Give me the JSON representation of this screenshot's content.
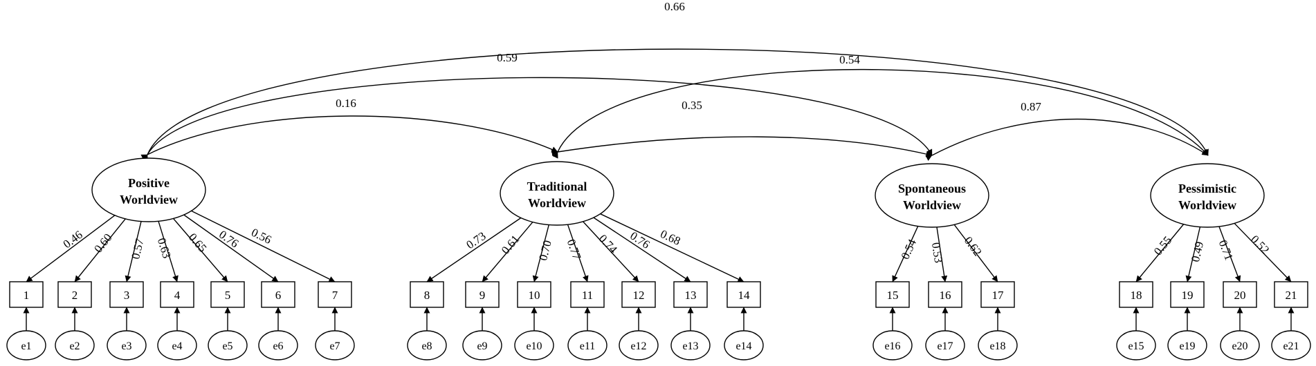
{
  "factors": [
    {
      "id": "positive",
      "line1": "Positive",
      "line2": "Worldview",
      "indicators": [
        {
          "item": "1",
          "error": "e1",
          "loading": "0.46"
        },
        {
          "item": "2",
          "error": "e2",
          "loading": "0.60"
        },
        {
          "item": "3",
          "error": "e3",
          "loading": "0.57"
        },
        {
          "item": "4",
          "error": "e4",
          "loading": "0.63"
        },
        {
          "item": "5",
          "error": "e5",
          "loading": "0.65"
        },
        {
          "item": "6",
          "error": "e6",
          "loading": "0.76"
        },
        {
          "item": "7",
          "error": "e7",
          "loading": "0.56"
        }
      ]
    },
    {
      "id": "traditional",
      "line1": "Traditional",
      "line2": "Worldview",
      "indicators": [
        {
          "item": "8",
          "error": "e8",
          "loading": "0.73"
        },
        {
          "item": "9",
          "error": "e9",
          "loading": "0.61"
        },
        {
          "item": "10",
          "error": "e10",
          "loading": "0.70"
        },
        {
          "item": "11",
          "error": "e11",
          "loading": "0.77"
        },
        {
          "item": "12",
          "error": "e12",
          "loading": "0.74"
        },
        {
          "item": "13",
          "error": "e13",
          "loading": "0.76"
        },
        {
          "item": "14",
          "error": "e14",
          "loading": "0.68"
        }
      ]
    },
    {
      "id": "spontaneous",
      "line1": "Spontaneous",
      "line2": "Worldview",
      "indicators": [
        {
          "item": "15",
          "error": "e16",
          "loading": "0.54"
        },
        {
          "item": "16",
          "error": "e17",
          "loading": "0.53"
        },
        {
          "item": "17",
          "error": "e18",
          "loading": "0.62"
        }
      ]
    },
    {
      "id": "pessimistic",
      "line1": "Pessimistic",
      "line2": "Worldview",
      "indicators": [
        {
          "item": "18",
          "error": "e15",
          "loading": "0.55"
        },
        {
          "item": "19",
          "error": "e19",
          "loading": "0.49"
        },
        {
          "item": "20",
          "error": "e20",
          "loading": "0.71"
        },
        {
          "item": "21",
          "error": "e21",
          "loading": "0.52"
        }
      ]
    }
  ],
  "correlations": [
    {
      "from": "positive",
      "to": "traditional",
      "value": "0.16"
    },
    {
      "from": "positive",
      "to": "spontaneous",
      "value": "0.59"
    },
    {
      "from": "positive",
      "to": "pessimistic",
      "value": "0.66"
    },
    {
      "from": "traditional",
      "to": "spontaneous",
      "value": "0.35"
    },
    {
      "from": "traditional",
      "to": "pessimistic",
      "value": "0.54"
    },
    {
      "from": "spontaneous",
      "to": "pessimistic",
      "value": "0.87"
    }
  ]
}
